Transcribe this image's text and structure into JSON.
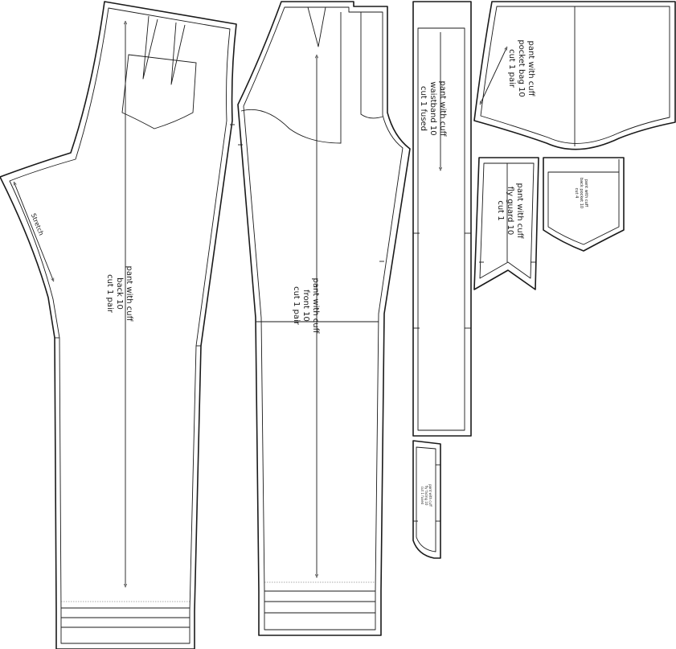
{
  "pieces": {
    "back": {
      "lines": [
        "pant with cuff",
        "back 10",
        "cut 1 pair"
      ],
      "stretch_label": "Stretch"
    },
    "front": {
      "lines": [
        "pant with cuff",
        "front 10",
        "cut 1 pair"
      ]
    },
    "waistband": {
      "lines": [
        "pant with cuff",
        "waistband 10",
        "cut 1 fused"
      ]
    },
    "pocket_bag": {
      "lines": [
        "pant with cuff",
        "pocket bag 10",
        "cut 1 pair"
      ]
    },
    "fly_guard": {
      "lines": [
        "pant with cuff",
        "fly guard 10",
        "cut 1"
      ]
    },
    "back_pocket": {
      "lines": [
        "pant with cuff",
        "back pocket 10",
        "cut 4"
      ]
    },
    "fly_facing": {
      "lines": [
        "pant with cuff",
        "fly facing 10",
        "cut 1 fused"
      ]
    }
  }
}
